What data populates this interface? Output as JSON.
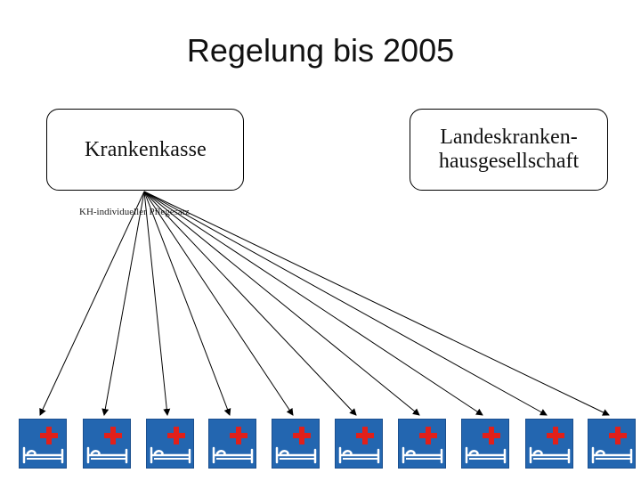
{
  "slide": {
    "title": "Regelung bis 2005",
    "left_box_label": "Krankenkasse",
    "right_box_line1": "Landeskranken-",
    "right_box_line2": "hausgesellschaft",
    "arrow_note": "KH-individueller Pflegesatz"
  },
  "hospitals": [
    {
      "icon": "hospital-bed-icon"
    },
    {
      "icon": "hospital-bed-icon"
    },
    {
      "icon": "hospital-bed-icon"
    },
    {
      "icon": "hospital-bed-icon"
    },
    {
      "icon": "hospital-bed-icon"
    },
    {
      "icon": "hospital-bed-icon"
    },
    {
      "icon": "hospital-bed-icon"
    },
    {
      "icon": "hospital-bed-icon"
    },
    {
      "icon": "hospital-bed-icon"
    },
    {
      "icon": "hospital-bed-icon"
    }
  ],
  "colors": {
    "hospital_bg": "#2366b0",
    "cross": "#e0201a",
    "bed": "#ffffff"
  }
}
